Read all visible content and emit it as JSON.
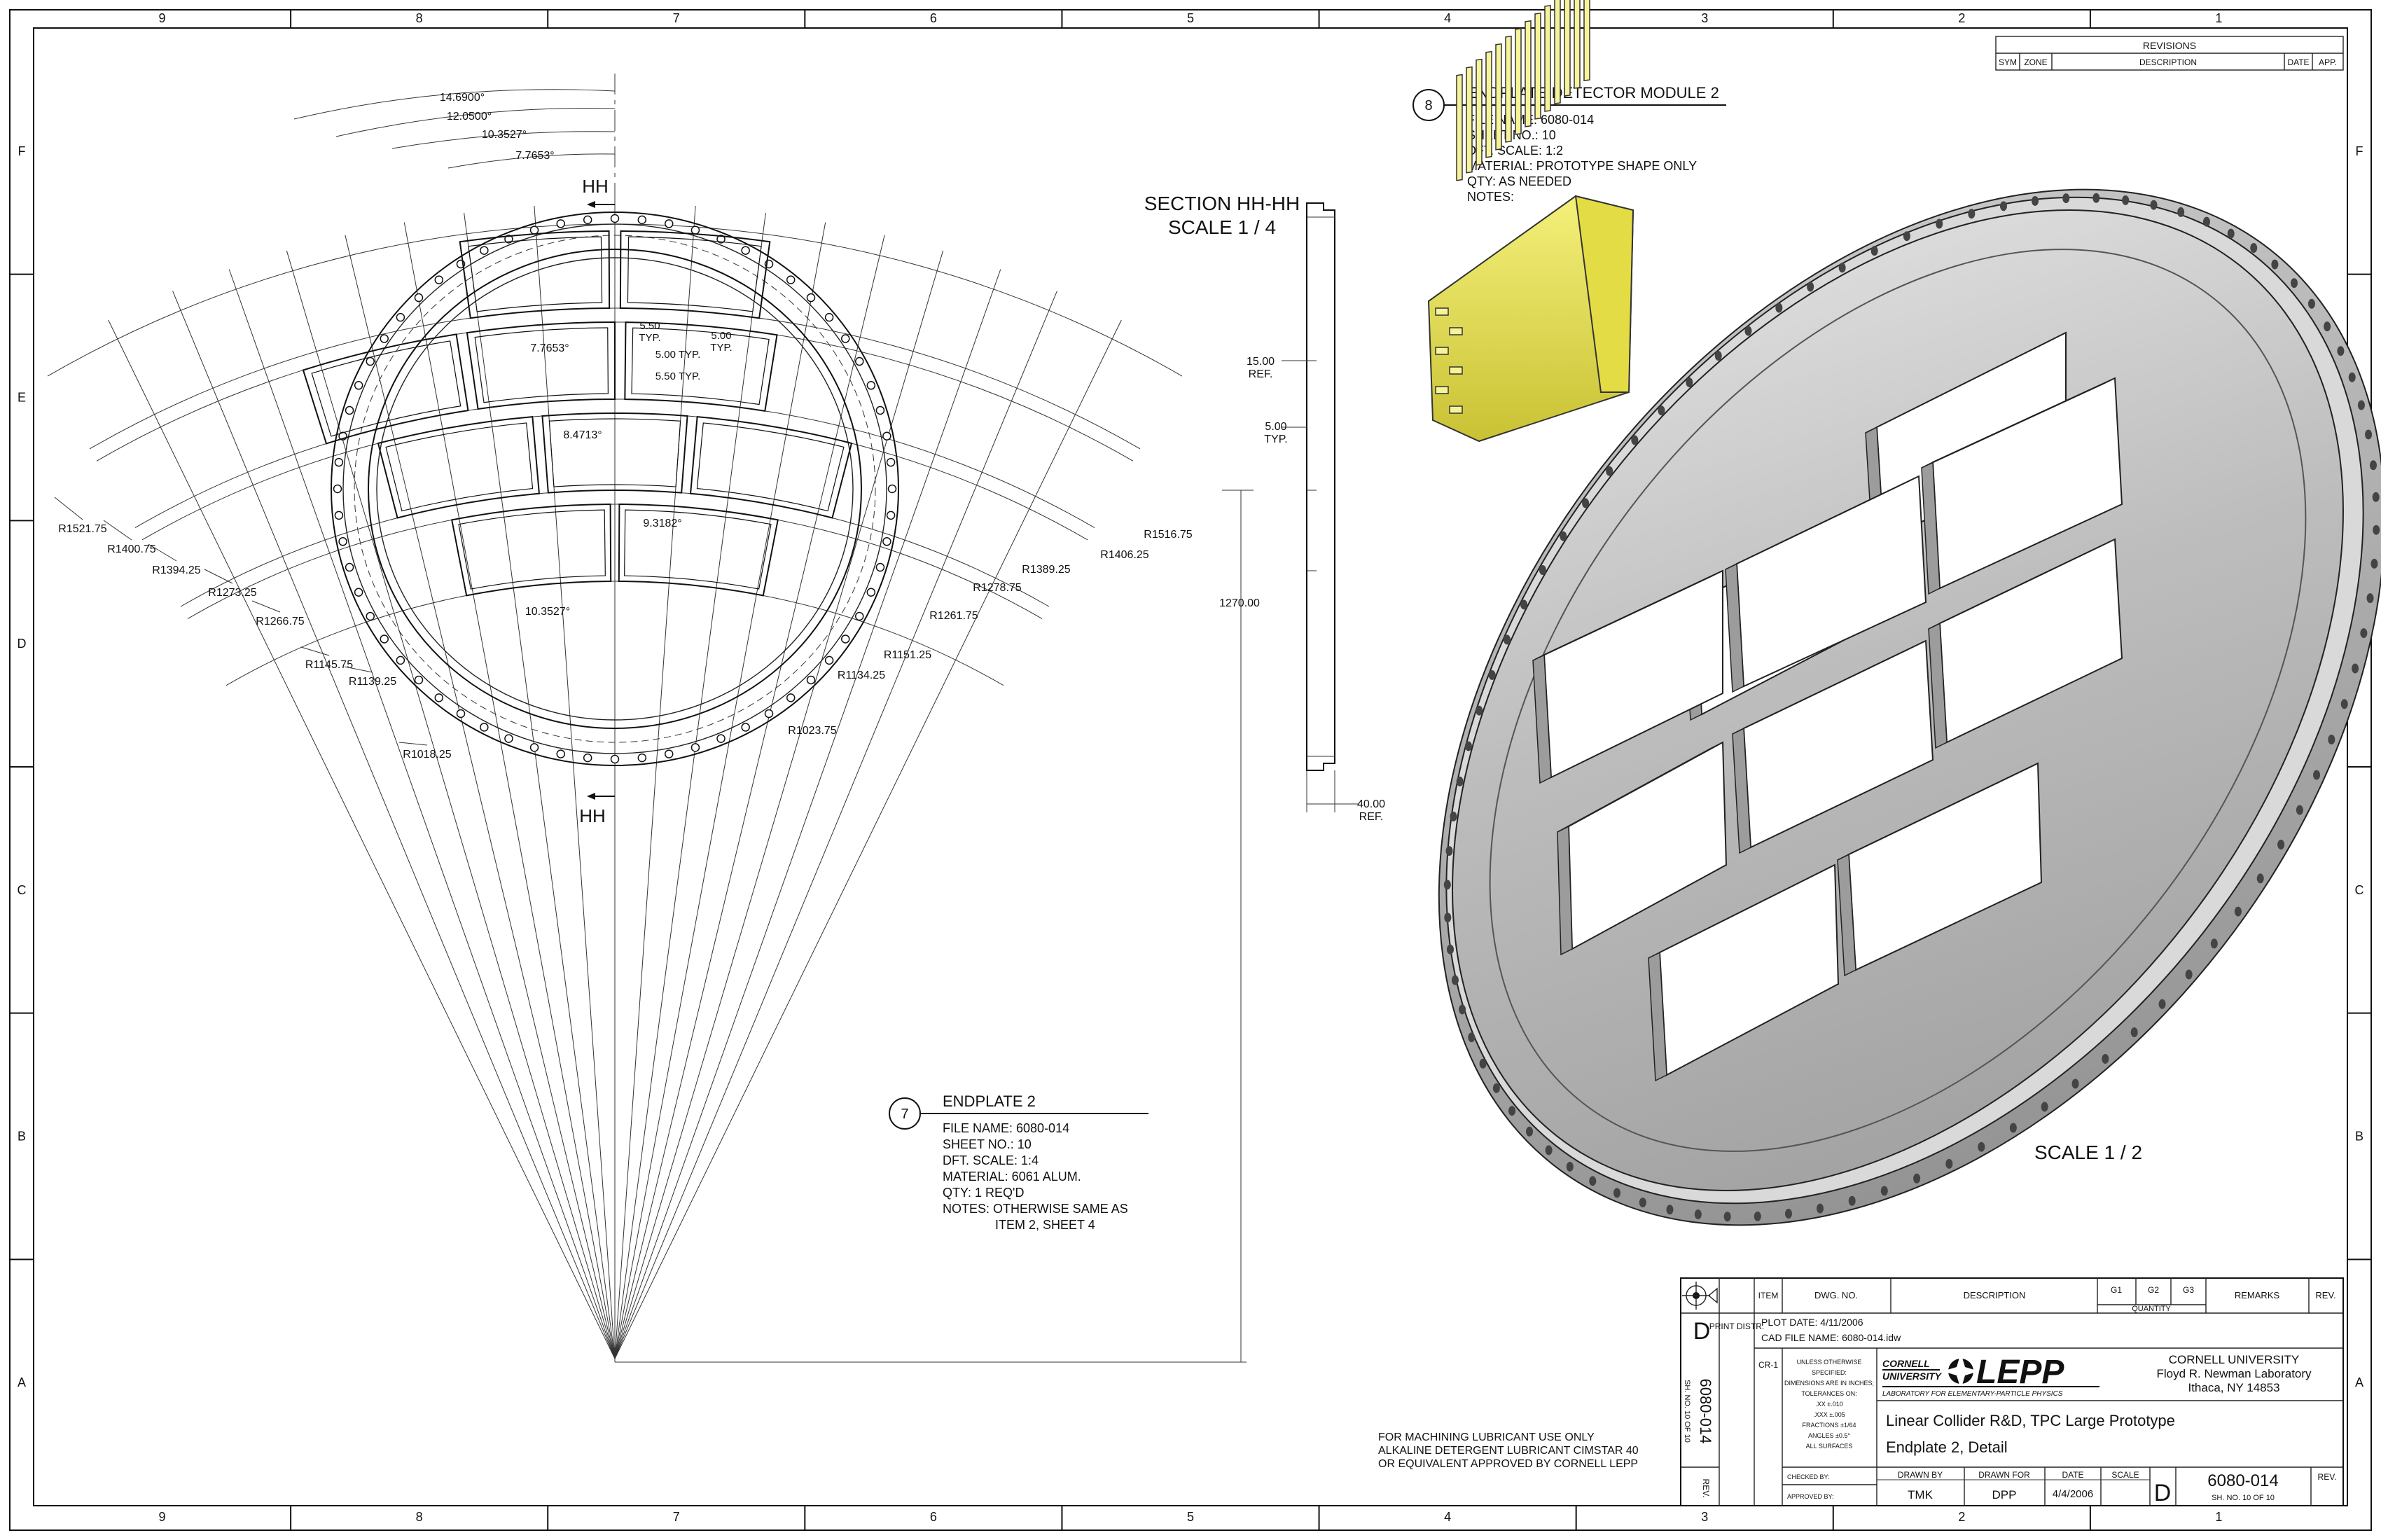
{
  "zones": {
    "columns": [
      "9",
      "8",
      "7",
      "6",
      "5",
      "4",
      "3",
      "2",
      "1"
    ],
    "rows": [
      "F",
      "E",
      "D",
      "C",
      "B",
      "A"
    ]
  },
  "revisions": {
    "title": "REVISIONS",
    "headers": [
      "SYM",
      "ZONE",
      "DESCRIPTION",
      "DATE",
      "APP."
    ]
  },
  "section_view": {
    "title": "SECTION  HH-HH",
    "scale": "SCALE 1 / 4",
    "dims": {
      "d15": "15.00",
      "d15_ref": "REF.",
      "d5": "5.00",
      "d5_typ": "TYP.",
      "d40": "40.00",
      "d40_ref": "REF."
    }
  },
  "front_view": {
    "section_label_top": "HH",
    "section_label_bottom": "HH",
    "angles": [
      "14.6900°",
      "12.0500°",
      "10.3527°",
      "7.7653°"
    ],
    "cell_angles": [
      "7.7653°",
      "8.4713°",
      "9.3182°",
      "10.3527°"
    ],
    "notes": {
      "a": "5.50",
      "a_typ": "TYP.",
      "b": "5.00",
      "b_typ": "TYP.",
      "c": "5.00 TYP.",
      "d": "5.50 TYP."
    },
    "left_radii": [
      "R1521.75",
      "R1400.75",
      "R1394.25",
      "R1273.25",
      "R1266.75",
      "R1145.75",
      "R1139.25",
      "R1018.25"
    ],
    "right_radii": [
      "R1516.75",
      "R1406.25",
      "R1389.25",
      "R1278.75",
      "R1261.75",
      "R1151.25",
      "R1134.25",
      "R1023.75"
    ],
    "height": "1270.00"
  },
  "item7": {
    "number": "7",
    "title": "ENDPLATE 2",
    "lines": [
      "FILE NAME: 6080-014",
      "SHEET NO.: 10",
      "DFT. SCALE: 1:4",
      "MATERIAL: 6061 ALUM.",
      "QTY: 1 REQ'D",
      "NOTES: OTHERWISE SAME AS",
      "ITEM 2, SHEET 4"
    ]
  },
  "item8": {
    "number": "8",
    "title": "ENDPLATE DETECTOR MODULE 2",
    "lines": [
      "FILE NAME: 6080-014",
      "SHEET NO.: 10",
      "DFT. SCALE: 1:2",
      "MATERIAL: PROTOTYPE SHAPE ONLY",
      "QTY: AS NEEDED",
      "NOTES:"
    ]
  },
  "iso_view": {
    "scale": "SCALE 1 / 2"
  },
  "lubricant_note": [
    "FOR MACHINING LUBRICANT USE ONLY",
    "ALKALINE DETERGENT LUBRICANT CIMSTAR 40",
    "OR EQUIVALENT APPROVED BY CORNELL LEPP"
  ],
  "title_block": {
    "size_letter": "D",
    "print_distr": "PRINT DISTR.",
    "item": "ITEM",
    "dwg_no": "DWG. NO.",
    "description": "DESCRIPTION",
    "g1": "G1",
    "g2": "G2",
    "g3": "G3",
    "quantity": "QUANTITY",
    "remarks": "REMARKS",
    "rev": "REV.",
    "plot_date": "PLOT DATE:  4/11/2006",
    "cad_file": "CAD FILE NAME:  6080-014.idw",
    "cr": "CR-1",
    "tolerance_lines": [
      "UNLESS OTHERWISE",
      "SPECIFIED:",
      "DIMENSIONS ARE IN INCHES;",
      "TOLERANCES ON:",
      ".XX  ±.010",
      ".XXX  ±.005",
      "FRACTIONS  ±1/64",
      "ANGLES  ±0.5°",
      "ALL SURFACES"
    ],
    "checked_by": "CHECKED BY:",
    "approved_by": "APPROVED BY:",
    "cornell": "CORNELL",
    "university": "UNIVERSITY",
    "lepp": "LEPP",
    "lepp_sub": "LABORATORY FOR ELEMENTARY-PARTICLE PHYSICS",
    "org1": "CORNELL UNIVERSITY",
    "org2": "Floyd R. Newman Laboratory",
    "org3": "Ithaca, NY  14853",
    "title1": "Linear Collider R&D, TPC Large Prototype",
    "title2": "Endplate 2, Detail",
    "drawn_by_lbl": "DRAWN BY",
    "drawn_by": "TMK",
    "drawn_for_lbl": "DRAWN FOR",
    "drawn_for": "DPP",
    "date_lbl": "DATE",
    "date": "4/4/2006",
    "scale_lbl": "SCALE",
    "size": "D",
    "dwg_number": "6080-014",
    "sheet_no": "SH. NO.  10     OF  10",
    "rev_lbl": "REV.",
    "side_dwg": "6080-014",
    "side_sheet": "SH. NO. 10  OF 10",
    "side_rev": "REV."
  }
}
